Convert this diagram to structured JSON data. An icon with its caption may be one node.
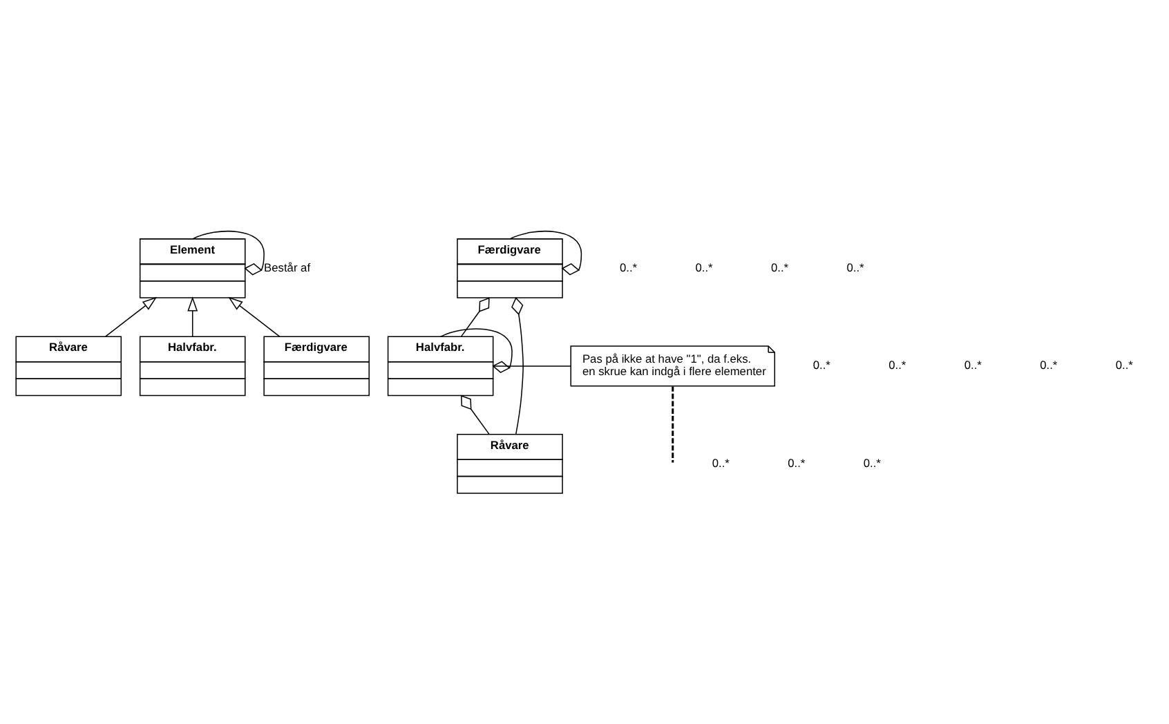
{
  "diagram": {
    "nodes": [
      {
        "text": [
          "Element"
        ]
      },
      {
        "text": [
          "Råvare"
        ]
      },
      {
        "text": [
          "Halvfabr."
        ]
      },
      {
        "text": [
          "Færdigvare"
        ]
      },
      {
        "text": [
          "Færdigvare"
        ]
      },
      {
        "text": [
          "Halvfabr."
        ]
      },
      {
        "text": [
          "Råvare"
        ]
      },
      {
        "text": [
          "Pas på ikke at have \"1\", da f.eks. en skrue kan indgå i flere elementer"
        ]
      }
    ],
    "edges": [
      {
        "from": 0,
        "to": 0,
        "arrow": "other",
        "label": "Består af"
      },
      {
        "from": 1,
        "to": 0,
        "arrow": "to"
      },
      {
        "from": 2,
        "to": 0,
        "arrow": "to"
      },
      {
        "from": 3,
        "to": 0,
        "arrow": "to"
      },
      {
        "from": 7,
        "to": null,
        "arrow": "none",
        "style": "dashed"
      },
      {
        "from": 7,
        "to": 5,
        "arrow": "none"
      },
      {
        "from": 4,
        "to": 4,
        "arrow": "other"
      },
      {
        "from": 4,
        "to": 5,
        "arrow": "other"
      },
      {
        "from": 4,
        "to": 6,
        "arrow": "other"
      },
      {
        "from": 5,
        "to": 5,
        "arrow": "other"
      },
      {
        "from": 5,
        "to": 6,
        "arrow": "other"
      }
    ],
    "labels": [
      "0..*",
      "0..*",
      "0..*",
      "0..*",
      "0..*",
      "0..*",
      "0..*",
      "0..*",
      "0..*",
      "0..*",
      "0..*",
      "0..*"
    ]
  }
}
